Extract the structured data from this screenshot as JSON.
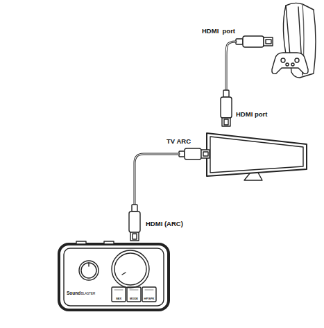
{
  "diagram": {
    "labels": [
      "HDMI  port",
      "HDMI port",
      "TV ARC",
      "HDMI (ARC)",
      "Sound",
      "BLASTER",
      "SBX",
      "MODE",
      "HP/SPK"
    ]
  }
}
